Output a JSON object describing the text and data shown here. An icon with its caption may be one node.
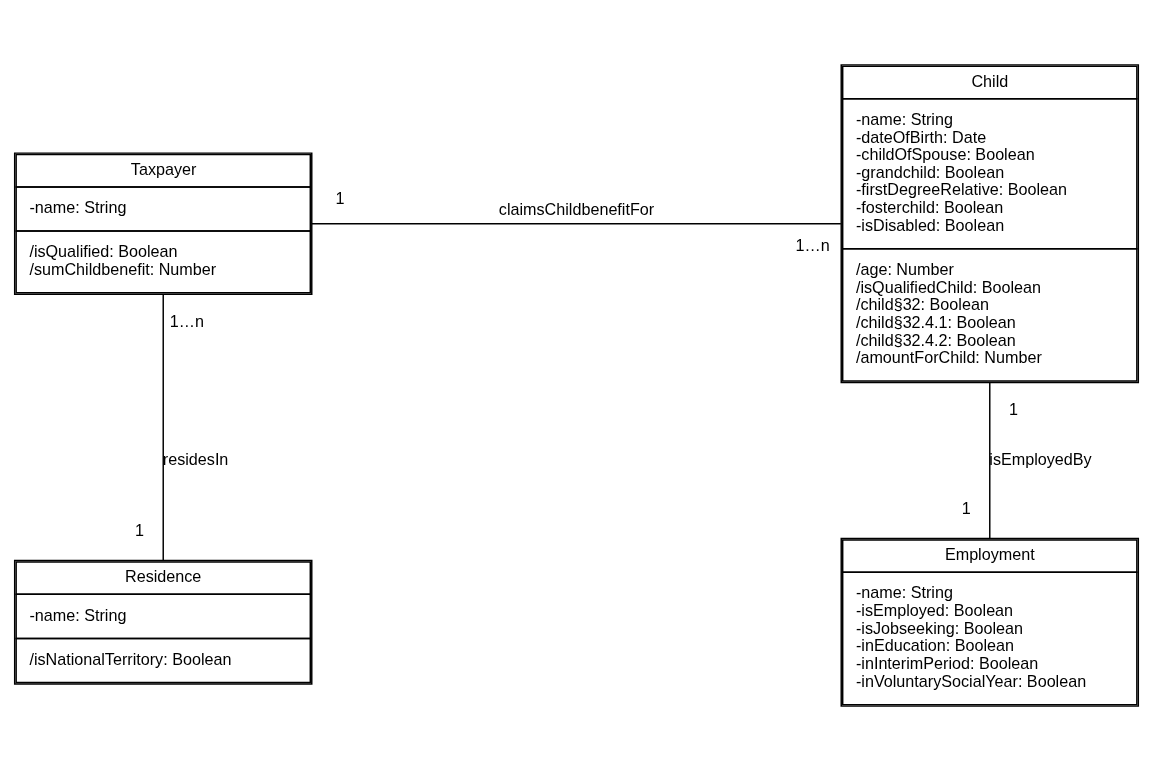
{
  "diagram": {
    "nodes": [
      {
        "text": [
          "Taxpayer",
          "-name: String",
          "/isQualified: Boolean",
          "/sumChildbenefit: Number"
        ]
      },
      {
        "text": [
          "Child",
          "-name: String",
          "-dateOfBirth: Date",
          "-childOfSpouse: Boolean",
          "-grandchild: Boolean",
          "-firstDegreeRelative: Boolean",
          "-fosterchild: Boolean",
          "-isDisabled: Boolean",
          "/age: Number",
          "/isQualifiedChild: Boolean",
          "/child§32: Boolean",
          "/child§32.4.1: Boolean",
          "/child§32.4.2: Boolean",
          "/amountForChild: Number"
        ]
      },
      {
        "text": [
          "Residence",
          "-name: String",
          "/isNationalTerritory: Boolean"
        ]
      },
      {
        "text": [
          "Employment",
          "-name: String",
          "-isEmployed: Boolean",
          "-isJobseeking: Boolean",
          "-inEducation: Boolean",
          "-inInterimPeriod: Boolean",
          "-inVoluntarySocialYear: Boolean"
        ]
      }
    ],
    "edges": [
      {
        "from": 0,
        "to": 1,
        "arrow": "none",
        "label": "claimsChildbenefitFor"
      },
      {
        "from": 0,
        "to": 2,
        "arrow": "none",
        "label": "residesIn"
      },
      {
        "from": 1,
        "to": 3,
        "arrow": "none",
        "label": "isEmployedBy"
      }
    ],
    "labels": [
      "1",
      "1…n",
      "1…n",
      "1",
      "1",
      "1"
    ]
  }
}
